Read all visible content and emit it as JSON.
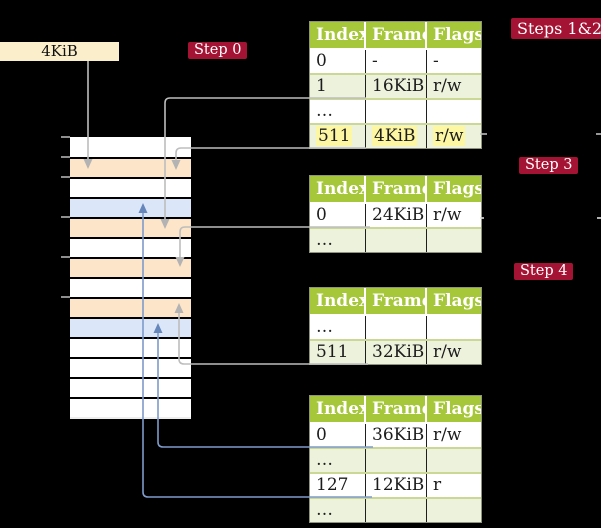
{
  "palette": {
    "background": "#000000",
    "badge_red": "#a41333",
    "table_header_green": "#a5c739",
    "table_row_light_green": "#edf2dc",
    "highlight_yellow": "#fdf7a3",
    "frame_peach": "#fce5c8",
    "frame_blue": "#dbe7f8",
    "box_cream": "#fbeecb",
    "connector_gray": "#bdbdbd",
    "connector_blue": "#7e9bca"
  },
  "frame_size_box": {
    "label": "4KiB"
  },
  "badges": {
    "step0": "Step 0",
    "steps12": "Steps 1&2",
    "step3": "Step 3",
    "step4": "Step 4"
  },
  "memory": {
    "rows": [
      "#ffffff",
      "#fce5c8",
      "#ffffff",
      "#dbe7f8",
      "#fce5c8",
      "#ffffff",
      "#fce5c8",
      "#ffffff",
      "#fce5c8",
      "#dbe7f8",
      "#ffffff",
      "#ffffff",
      "#ffffff",
      "#ffffff"
    ]
  },
  "tables": [
    {
      "headers": [
        "Index",
        "Frame",
        "Flags"
      ],
      "rows": [
        {
          "cells": [
            "0",
            "-",
            "-"
          ]
        },
        {
          "cells": [
            "1",
            "16KiB",
            "r/w"
          ]
        },
        {
          "cells": [
            "…",
            "",
            ""
          ]
        },
        {
          "cells": [
            "511",
            "4KiB",
            "r/w"
          ],
          "highlighted": true
        }
      ]
    },
    {
      "headers": [
        "Index",
        "Frame",
        "Flags"
      ],
      "rows": [
        {
          "cells": [
            "0",
            "24KiB",
            "r/w"
          ]
        },
        {
          "cells": [
            "…",
            "",
            ""
          ]
        }
      ]
    },
    {
      "headers": [
        "Index",
        "Frame",
        "Flags"
      ],
      "rows": [
        {
          "cells": [
            "…",
            "",
            ""
          ]
        },
        {
          "cells": [
            "511",
            "32KiB",
            "r/w"
          ]
        }
      ]
    },
    {
      "headers": [
        "Index",
        "Frame",
        "Flags"
      ],
      "rows": [
        {
          "cells": [
            "0",
            "36KiB",
            "r/w"
          ]
        },
        {
          "cells": [
            "…",
            "",
            ""
          ]
        },
        {
          "cells": [
            "127",
            "12KiB",
            "r"
          ]
        },
        {
          "cells": [
            "…",
            "",
            ""
          ]
        }
      ]
    }
  ]
}
